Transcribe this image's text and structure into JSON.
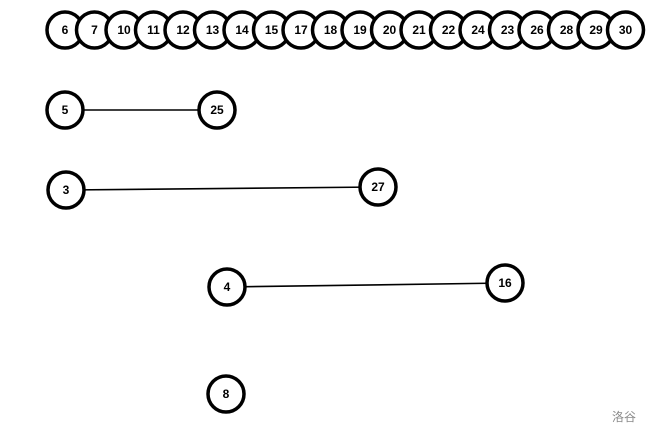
{
  "graph": {
    "nodes": [
      "6",
      "7",
      "10",
      "11",
      "12",
      "13",
      "14",
      "15",
      "17",
      "18",
      "19",
      "20",
      "21",
      "22",
      "24",
      "23",
      "26",
      "28",
      "29",
      "30",
      "5",
      "25",
      "3",
      "27",
      "4",
      "16",
      "8"
    ],
    "edges": [
      [
        "5",
        "25"
      ],
      [
        "3",
        "27"
      ],
      [
        "4",
        "16"
      ]
    ]
  },
  "watermark": "洛谷",
  "colors": {
    "node_stroke": "#000000",
    "node_fill": "#ffffff",
    "edge": "#000000",
    "watermark": "#8a8a8a"
  }
}
